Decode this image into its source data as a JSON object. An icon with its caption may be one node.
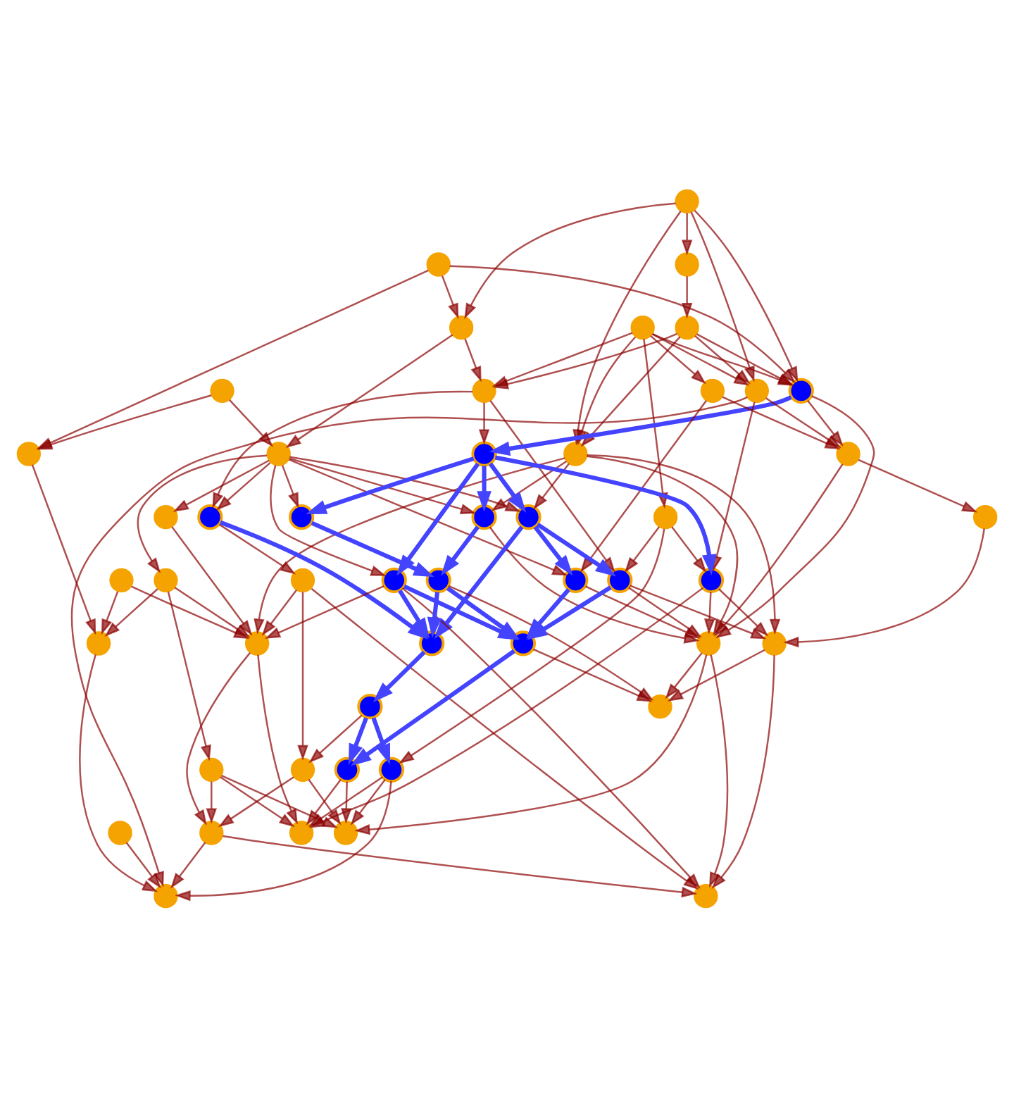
{
  "diagram": {
    "nodes": [
      {
        "text": [],
        "shape": "circle"
      },
      {
        "text": [],
        "shape": "circle"
      },
      {
        "text": [],
        "shape": "circle"
      },
      {
        "text": [],
        "shape": "circle"
      },
      {
        "text": [],
        "shape": "circle"
      },
      {
        "text": [],
        "shape": "circle"
      },
      {
        "text": [],
        "shape": "circle"
      },
      {
        "text": [],
        "shape": "circle"
      },
      {
        "text": [],
        "shape": "circle"
      },
      {
        "text": [],
        "shape": "circle"
      },
      {
        "text": [],
        "shape": "circle"
      },
      {
        "text": [],
        "shape": "circle"
      },
      {
        "text": [],
        "shape": "circle"
      },
      {
        "text": [],
        "shape": "circle"
      },
      {
        "text": [],
        "shape": "circle"
      },
      {
        "text": [],
        "shape": "circle"
      },
      {
        "text": [],
        "shape": "circle"
      },
      {
        "text": [],
        "shape": "circle"
      },
      {
        "text": [],
        "shape": "circle"
      },
      {
        "text": [],
        "shape": "circle"
      },
      {
        "text": [],
        "shape": "circle"
      },
      {
        "text": [],
        "shape": "circle"
      },
      {
        "text": [],
        "shape": "circle"
      },
      {
        "text": [],
        "shape": "circle"
      },
      {
        "text": [],
        "shape": "circle"
      },
      {
        "text": [],
        "shape": "circle"
      },
      {
        "text": [],
        "shape": "circle"
      },
      {
        "text": [],
        "shape": "circle"
      },
      {
        "text": [],
        "shape": "circle"
      },
      {
        "text": [],
        "shape": "circle"
      },
      {
        "text": [],
        "shape": "circle"
      },
      {
        "text": [],
        "shape": "circle"
      },
      {
        "text": [],
        "shape": "circle"
      },
      {
        "text": [],
        "shape": "circle"
      },
      {
        "text": [],
        "shape": "circle"
      },
      {
        "text": [],
        "shape": "circle"
      },
      {
        "text": [],
        "shape": "circle"
      },
      {
        "text": [],
        "shape": "circle"
      },
      {
        "text": [],
        "shape": "circle"
      },
      {
        "text": [],
        "shape": "circle"
      },
      {
        "text": [],
        "shape": "circle"
      },
      {
        "text": [],
        "shape": "circle"
      },
      {
        "text": [],
        "shape": "circle"
      },
      {
        "text": [],
        "shape": "circle"
      },
      {
        "text": [],
        "shape": "circle"
      },
      {
        "text": [],
        "shape": "circle"
      },
      {
        "text": [],
        "shape": "circle"
      },
      {
        "text": [],
        "shape": "circle"
      },
      {
        "text": [],
        "shape": "circle"
      }
    ],
    "edges": [
      {
        "from": 0,
        "to": 3,
        "arrow": "to"
      },
      {
        "from": 1,
        "to": 0,
        "arrow": "to"
      },
      {
        "from": 1,
        "to": 5,
        "arrow": "to"
      },
      {
        "from": 1,
        "to": 9,
        "arrow": "to"
      },
      {
        "from": 1,
        "to": 10,
        "arrow": "to"
      },
      {
        "from": 1,
        "to": 11,
        "arrow": "to"
      },
      {
        "from": 2,
        "to": 8,
        "arrow": "to"
      },
      {
        "from": 2,
        "to": 9,
        "arrow": "to"
      },
      {
        "from": 2,
        "to": 10,
        "arrow": "to"
      },
      {
        "from": 2,
        "to": 11,
        "arrow": "to"
      },
      {
        "from": 2,
        "to": 12,
        "arrow": "to"
      },
      {
        "from": 2,
        "to": 13,
        "arrow": "to"
      },
      {
        "from": 3,
        "to": 8,
        "arrow": "to"
      },
      {
        "from": 3,
        "to": 9,
        "arrow": "to"
      },
      {
        "from": 3,
        "to": 10,
        "arrow": "to"
      },
      {
        "from": 3,
        "to": 11,
        "arrow": "to"
      },
      {
        "from": 4,
        "to": 5,
        "arrow": "to"
      },
      {
        "from": 4,
        "to": 9,
        "arrow": "to"
      },
      {
        "from": 4,
        "to": 22,
        "arrow": "to"
      },
      {
        "from": 5,
        "to": 7,
        "arrow": "to"
      },
      {
        "from": 5,
        "to": 8,
        "arrow": "to"
      },
      {
        "from": 6,
        "to": 7,
        "arrow": "to"
      },
      {
        "from": 6,
        "to": 22,
        "arrow": "to"
      },
      {
        "from": 7,
        "to": 15,
        "arrow": "to"
      },
      {
        "from": 7,
        "to": 16,
        "arrow": "to"
      },
      {
        "from": 7,
        "to": 17,
        "arrow": "to"
      },
      {
        "from": 7,
        "to": 18,
        "arrow": "to"
      },
      {
        "from": 7,
        "to": 19,
        "arrow": "to"
      },
      {
        "from": 7,
        "to": 23,
        "arrow": "to"
      },
      {
        "from": 7,
        "to": 24,
        "arrow": "to"
      },
      {
        "from": 7,
        "to": 26,
        "arrow": "to"
      },
      {
        "from": 8,
        "to": 14,
        "arrow": "to"
      },
      {
        "from": 8,
        "to": 18,
        "arrow": "to"
      },
      {
        "from": 8,
        "to": 27,
        "arrow": "to"
      },
      {
        "from": 9,
        "to": 14,
        "arrow": "to",
        "style": "thick",
        "color": "#4444ff"
      },
      {
        "from": 9,
        "to": 29,
        "arrow": "to"
      },
      {
        "from": 9,
        "to": 36,
        "arrow": "to"
      },
      {
        "from": 10,
        "to": 15,
        "arrow": "to"
      },
      {
        "from": 10,
        "to": 16,
        "arrow": "to"
      },
      {
        "from": 10,
        "to": 35,
        "arrow": "to"
      },
      {
        "from": 10,
        "to": 36,
        "arrow": "to"
      },
      {
        "from": 10,
        "to": 37,
        "arrow": "to"
      },
      {
        "from": 11,
        "to": 28,
        "arrow": "to"
      },
      {
        "from": 11,
        "to": 29,
        "arrow": "to"
      },
      {
        "from": 11,
        "to": 44,
        "arrow": "to"
      },
      {
        "from": 12,
        "to": 26,
        "arrow": "to"
      },
      {
        "from": 12,
        "to": 29,
        "arrow": "to"
      },
      {
        "from": 13,
        "to": 27,
        "arrow": "to"
      },
      {
        "from": 13,
        "to": 28,
        "arrow": "to"
      },
      {
        "from": 13,
        "to": 38,
        "arrow": "to"
      },
      {
        "from": 14,
        "to": 15,
        "arrow": "to",
        "style": "thick",
        "color": "#4444ff"
      },
      {
        "from": 14,
        "to": 16,
        "arrow": "to",
        "style": "thick",
        "color": "#4444ff"
      },
      {
        "from": 14,
        "to": 17,
        "arrow": "to",
        "style": "thick",
        "color": "#4444ff"
      },
      {
        "from": 14,
        "to": 19,
        "arrow": "to",
        "style": "thick",
        "color": "#4444ff"
      },
      {
        "from": 14,
        "to": 28,
        "arrow": "to",
        "style": "thick",
        "color": "#4444ff"
      },
      {
        "from": 15,
        "to": 20,
        "arrow": "to",
        "style": "thick",
        "color": "#4444ff"
      },
      {
        "from": 15,
        "to": 36,
        "arrow": "to"
      },
      {
        "from": 16,
        "to": 26,
        "arrow": "to",
        "style": "thick",
        "color": "#4444ff"
      },
      {
        "from": 16,
        "to": 27,
        "arrow": "to",
        "style": "thick",
        "color": "#4444ff"
      },
      {
        "from": 16,
        "to": 33,
        "arrow": "to",
        "style": "thick",
        "color": "#4444ff"
      },
      {
        "from": 17,
        "to": 20,
        "arrow": "to",
        "style": "thick",
        "color": "#4444ff"
      },
      {
        "from": 18,
        "to": 31,
        "arrow": "to"
      },
      {
        "from": 18,
        "to": 33,
        "arrow": "to",
        "style": "thick",
        "color": "#4444ff"
      },
      {
        "from": 19,
        "to": 33,
        "arrow": "to",
        "style": "thick",
        "color": "#4444ff"
      },
      {
        "from": 19,
        "to": 35,
        "arrow": "to"
      },
      {
        "from": 19,
        "to": 41,
        "arrow": "to",
        "style": "thick",
        "color": "#4444ff"
      },
      {
        "from": 19,
        "to": 46,
        "arrow": "to"
      },
      {
        "from": 20,
        "to": 33,
        "arrow": "to",
        "style": "thick",
        "color": "#4444ff"
      },
      {
        "from": 20,
        "to": 41,
        "arrow": "to",
        "style": "thick",
        "color": "#4444ff"
      },
      {
        "from": 20,
        "to": 45,
        "arrow": "to"
      },
      {
        "from": 21,
        "to": 44,
        "arrow": "to"
      },
      {
        "from": 22,
        "to": 30,
        "arrow": "to"
      },
      {
        "from": 23,
        "to": 30,
        "arrow": "to"
      },
      {
        "from": 23,
        "to": 35,
        "arrow": "to"
      },
      {
        "from": 23,
        "to": 40,
        "arrow": "to"
      },
      {
        "from": 24,
        "to": 35,
        "arrow": "to"
      },
      {
        "from": 25,
        "to": 30,
        "arrow": "to"
      },
      {
        "from": 25,
        "to": 35,
        "arrow": "to"
      },
      {
        "from": 26,
        "to": 36,
        "arrow": "to"
      },
      {
        "from": 26,
        "to": 41,
        "arrow": "to",
        "style": "thick",
        "color": "#4444ff"
      },
      {
        "from": 27,
        "to": 36,
        "arrow": "to"
      },
      {
        "from": 27,
        "to": 37,
        "arrow": "to"
      },
      {
        "from": 27,
        "to": 41,
        "arrow": "to",
        "style": "thick",
        "color": "#4444ff"
      },
      {
        "from": 28,
        "to": 36,
        "arrow": "to"
      },
      {
        "from": 28,
        "to": 37,
        "arrow": "to"
      },
      {
        "from": 28,
        "to": 47,
        "arrow": "to"
      },
      {
        "from": 29,
        "to": 32,
        "arrow": "to"
      },
      {
        "from": 29,
        "to": 36,
        "arrow": "to"
      },
      {
        "from": 30,
        "to": 44,
        "arrow": "to"
      },
      {
        "from": 31,
        "to": 35,
        "arrow": "to"
      },
      {
        "from": 31,
        "to": 39,
        "arrow": "to"
      },
      {
        "from": 31,
        "to": 46,
        "arrow": "to"
      },
      {
        "from": 32,
        "to": 37,
        "arrow": "to"
      },
      {
        "from": 33,
        "to": 34,
        "arrow": "to",
        "style": "thick",
        "color": "#4444ff"
      },
      {
        "from": 34,
        "to": 38,
        "arrow": "to",
        "style": "thick",
        "color": "#4444ff"
      },
      {
        "from": 34,
        "to": 39,
        "arrow": "to"
      },
      {
        "from": 34,
        "to": 42,
        "arrow": "to",
        "style": "thick",
        "color": "#4444ff"
      },
      {
        "from": 35,
        "to": 43,
        "arrow": "to"
      },
      {
        "from": 35,
        "to": 47,
        "arrow": "to"
      },
      {
        "from": 36,
        "to": 45,
        "arrow": "to"
      },
      {
        "from": 36,
        "to": 46,
        "arrow": "to"
      },
      {
        "from": 36,
        "to": 48,
        "arrow": "to"
      },
      {
        "from": 37,
        "to": 45,
        "arrow": "to"
      },
      {
        "from": 37,
        "to": 46,
        "arrow": "to"
      },
      {
        "from": 38,
        "to": 44,
        "arrow": "to"
      },
      {
        "from": 38,
        "to": 47,
        "arrow": "to"
      },
      {
        "from": 38,
        "to": 48,
        "arrow": "to"
      },
      {
        "from": 39,
        "to": 43,
        "arrow": "to"
      },
      {
        "from": 39,
        "to": 48,
        "arrow": "to"
      },
      {
        "from": 40,
        "to": 43,
        "arrow": "to"
      },
      {
        "from": 40,
        "to": 47,
        "arrow": "to"
      },
      {
        "from": 40,
        "to": 48,
        "arrow": "to"
      },
      {
        "from": 41,
        "to": 42,
        "arrow": "to",
        "style": "thick",
        "color": "#4444ff"
      },
      {
        "from": 41,
        "to": 45,
        "arrow": "to"
      },
      {
        "from": 42,
        "to": 47,
        "arrow": "to"
      },
      {
        "from": 42,
        "to": 48,
        "arrow": "to"
      },
      {
        "from": 43,
        "to": 44,
        "arrow": "to"
      },
      {
        "from": 43,
        "to": 46,
        "arrow": "to"
      }
    ]
  }
}
